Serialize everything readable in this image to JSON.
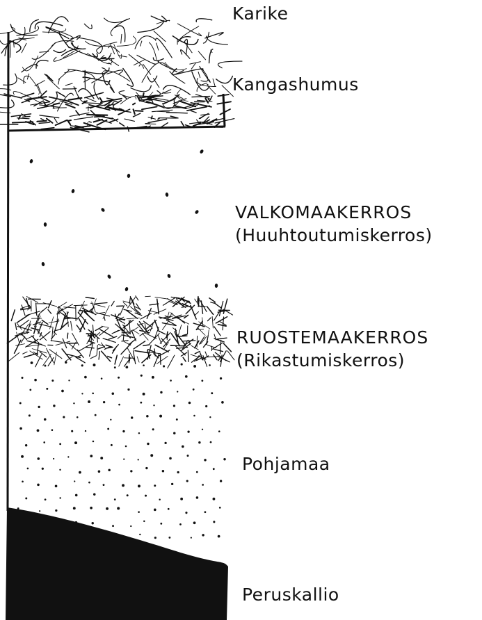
{
  "colors": {
    "ink": "#111111",
    "paper": "#ffffff"
  },
  "layers": [
    {
      "id": "karike",
      "name": "Karike",
      "pattern": "scribble-mesh"
    },
    {
      "id": "kangashumus",
      "name": "Kangashumus",
      "pattern": "dense-crosshatch"
    },
    {
      "id": "valkomaakerros",
      "name": "VALKOMAAKERROS",
      "subname": "(Huuhtoutumiskerros)",
      "pattern": "sparse-specks"
    },
    {
      "id": "ruostemaakerros",
      "name": "RUOSTEMAAKERROS",
      "subname": "(Rikastumiskerros)",
      "pattern": "hatched-band"
    },
    {
      "id": "pohjamaa",
      "name": "Pohjamaa",
      "pattern": "stippled-dots"
    },
    {
      "id": "peruskallio",
      "name": "Peruskallio",
      "pattern": "solid-black"
    }
  ]
}
